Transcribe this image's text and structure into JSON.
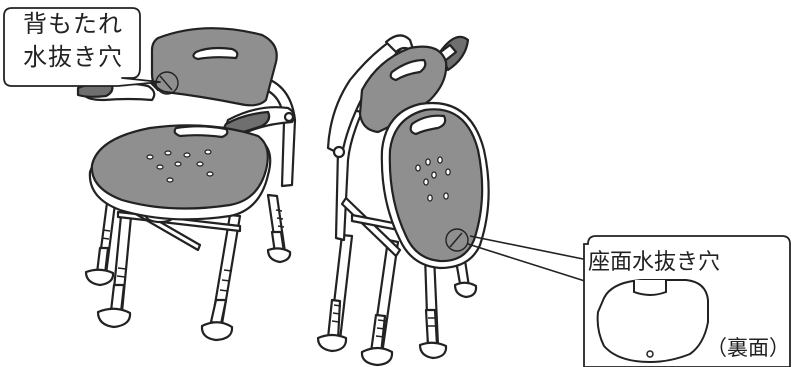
{
  "callouts": {
    "backrest_drain_hole": {
      "line1": "背もたれ",
      "line2": "水抜き穴"
    },
    "seat_drain_hole": {
      "label": "座面水抜き穴",
      "underside_label": "（裏面）"
    }
  },
  "colors": {
    "seat_fill": "#8f8f8f",
    "frame_fill": "#ffffff",
    "outline": "#222222"
  }
}
